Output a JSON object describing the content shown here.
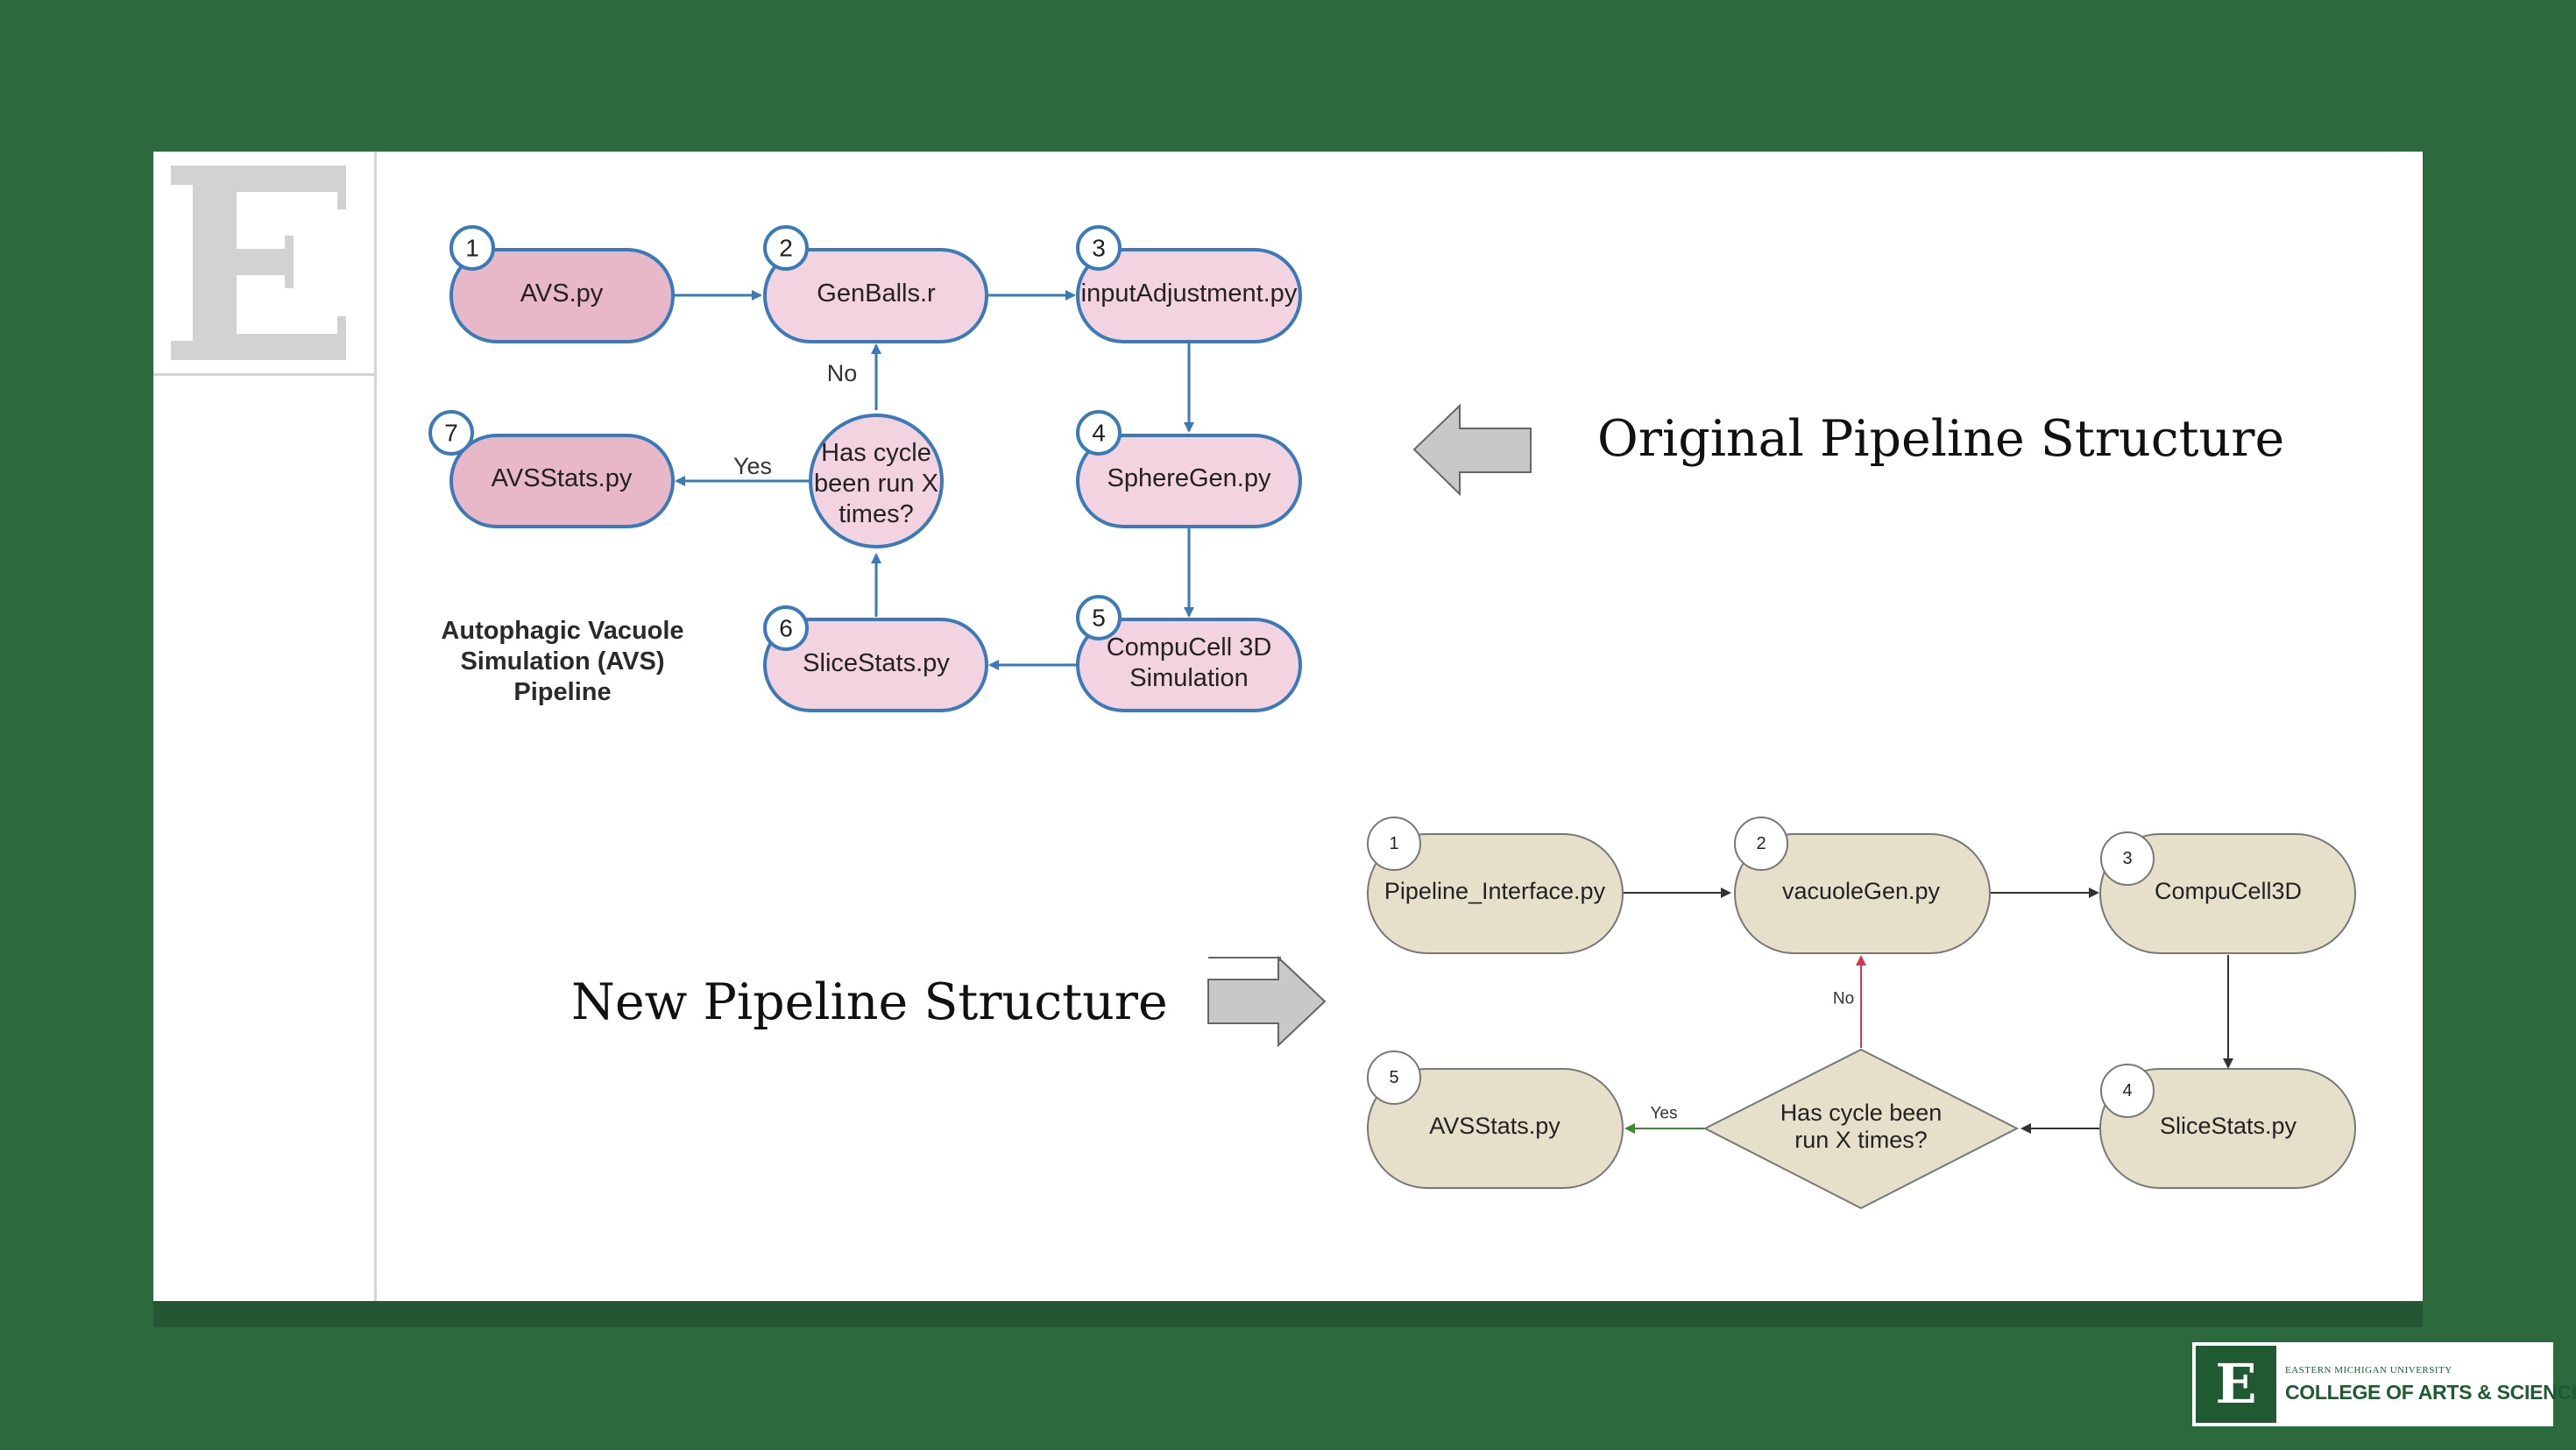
{
  "original": {
    "heading": "Original Pipeline Structure",
    "caption": [
      "Autophagic Vacuole",
      "Simulation (AVS)",
      "Pipeline"
    ],
    "nodes": [
      {
        "num": "1",
        "label": "AVS.py"
      },
      {
        "num": "2",
        "label": "GenBalls.r"
      },
      {
        "num": "3",
        "label": "inputAdjustment.py"
      },
      {
        "num": "4",
        "label": "SphereGen.py"
      },
      {
        "num": "5",
        "label": [
          "CompuCell 3D",
          "Simulation"
        ]
      },
      {
        "num": "6",
        "label": "SliceStats.py"
      },
      {
        "num": "7",
        "label": "AVSStats.py"
      }
    ],
    "decision": [
      "Has cycle",
      "been run X",
      "times?"
    ],
    "yes_label": "Yes",
    "no_label": "No"
  },
  "new": {
    "heading": "New Pipeline Structure",
    "nodes": [
      {
        "num": "1",
        "label": "Pipeline_Interface.py"
      },
      {
        "num": "2",
        "label": "vacuoleGen.py"
      },
      {
        "num": "3",
        "label": "CompuCell3D"
      },
      {
        "num": "4",
        "label": "SliceStats.py"
      },
      {
        "num": "5",
        "label": "AVSStats.py"
      }
    ],
    "decision": [
      "Has cycle been",
      "run X times?"
    ],
    "yes_label": "Yes",
    "no_label": "No"
  },
  "footer_logo": {
    "letter": "E",
    "university": "EASTERN MICHIGAN UNIVERSITY",
    "college": "COLLEGE OF ARTS & SCIENCES"
  },
  "colors": {
    "background": "#2c6a3d",
    "original_node_fill": "#f2d3df",
    "original_node_fill_dark": "#e8b8c9",
    "original_stroke": "#3a7ab8",
    "new_node_fill": "#e6e0cb",
    "new_stroke": "#777777",
    "yes_arrow": "#3a8a2e",
    "no_arrow": "#d9364a"
  }
}
